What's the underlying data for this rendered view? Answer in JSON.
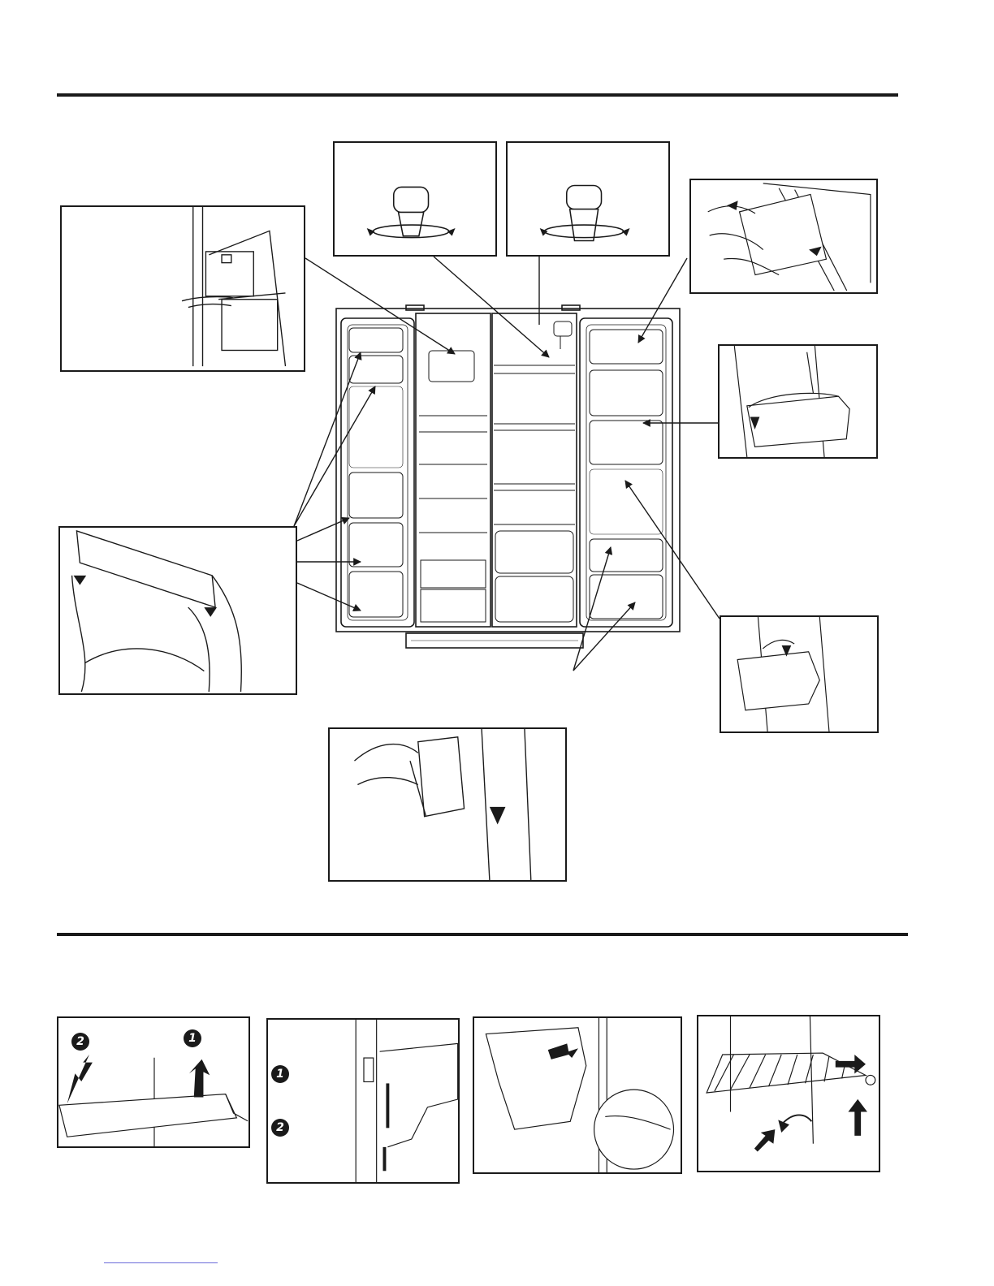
{
  "colors": {
    "ink": "#1a1a1a",
    "paper": "#ffffff",
    "link_underline": "#6b6bd9"
  },
  "step_badges": {
    "shelf_lift_panel": [
      "2",
      "1"
    ],
    "bin_hook_panel": [
      "1",
      "2"
    ]
  }
}
